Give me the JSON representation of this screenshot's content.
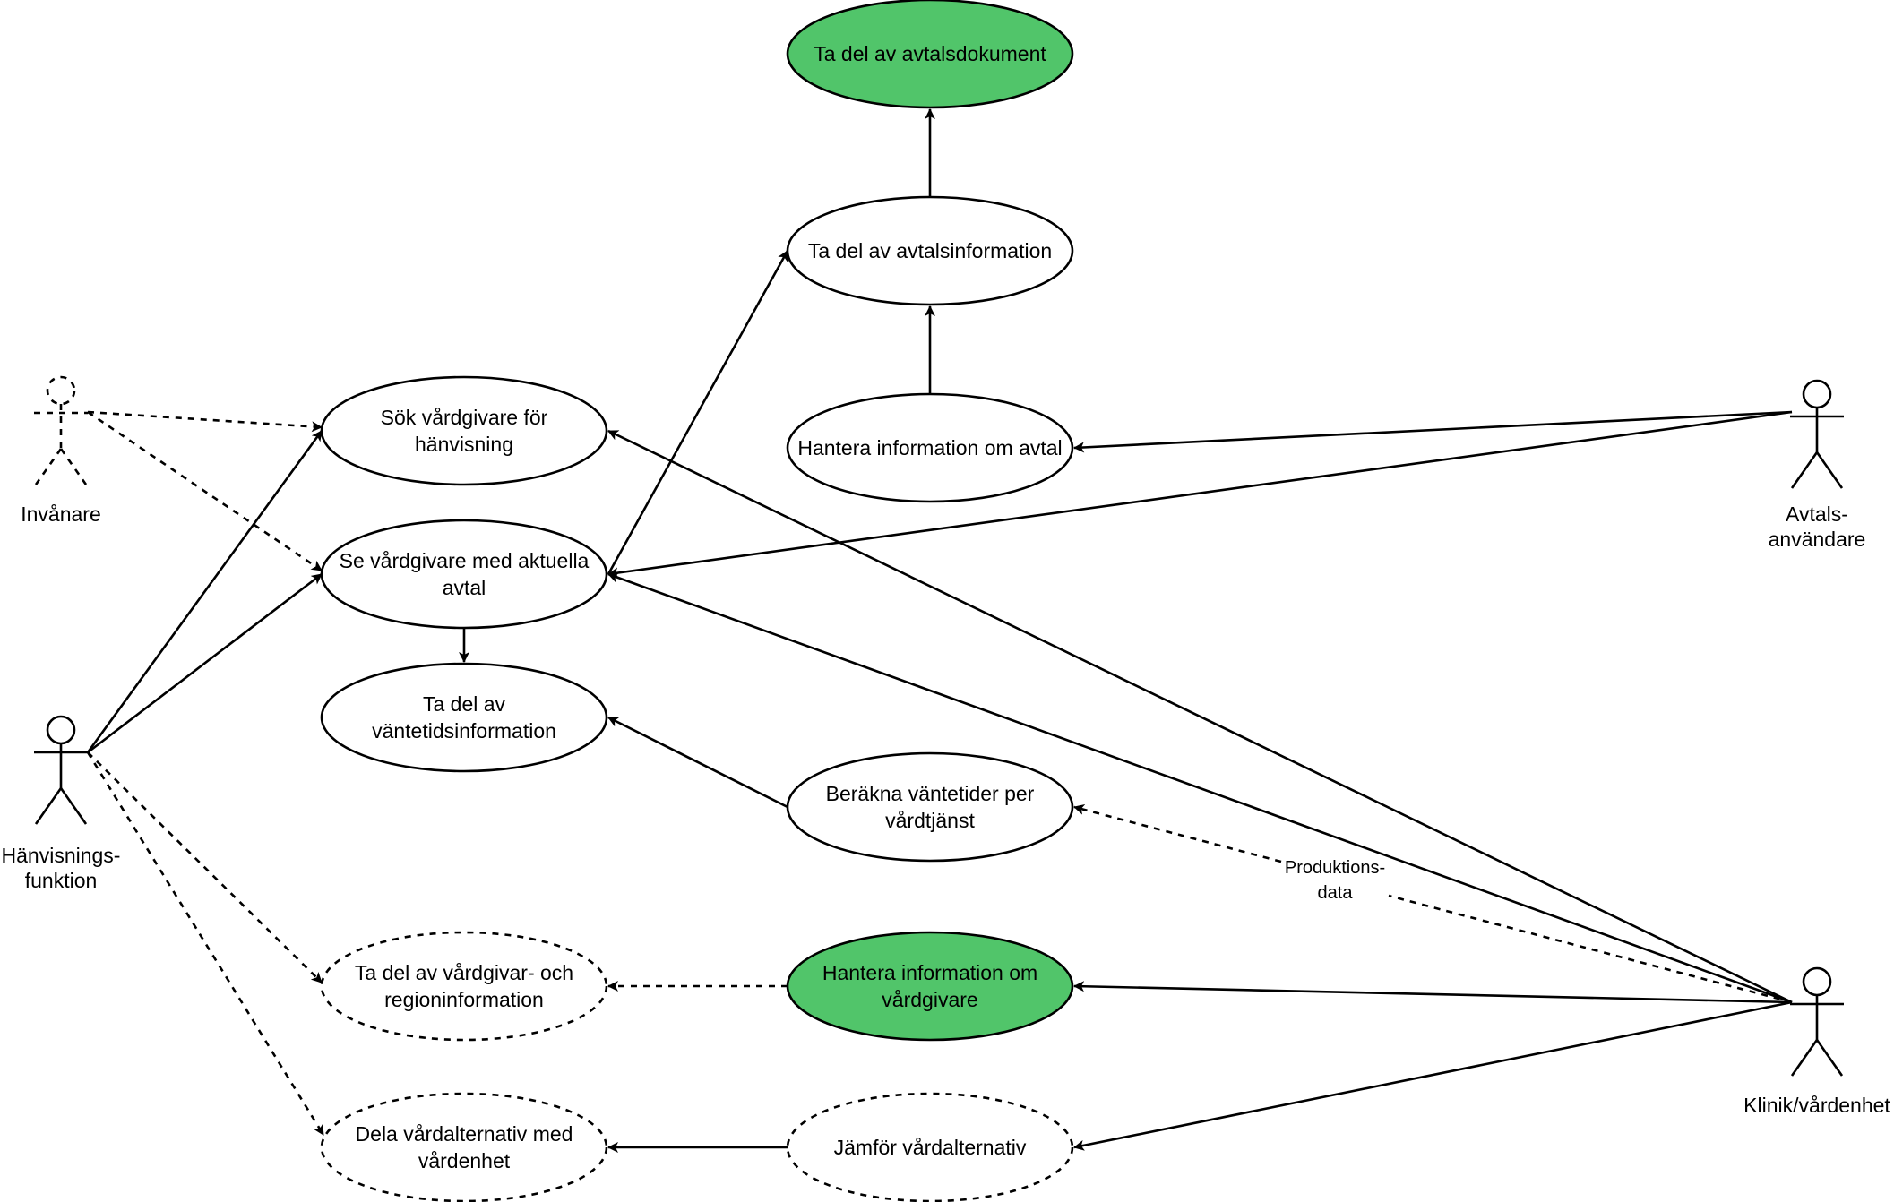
{
  "colors": {
    "accent_fill": "#51c56a",
    "default_fill": "#ffffff",
    "stroke": "#000000"
  },
  "actors": {
    "invanare": {
      "label_lines": [
        "Invånare"
      ],
      "style": "dashed"
    },
    "hanvisning": {
      "label_lines": [
        "Hänvisnings-",
        "funktion"
      ],
      "style": "solid"
    },
    "avtal": {
      "label_lines": [
        "Avtals-",
        "användare"
      ],
      "style": "solid"
    },
    "klinik": {
      "label_lines": [
        "Klinik/vårdenhet"
      ],
      "style": "solid"
    }
  },
  "use_cases": {
    "avtalsdokument": {
      "lines": [
        "Ta del av avtalsdokument"
      ],
      "highlight": true,
      "dashed": false
    },
    "avtalsinformation": {
      "lines": [
        "Ta del av avtalsinformation"
      ],
      "highlight": false,
      "dashed": false
    },
    "hantera_avtal": {
      "lines": [
        "Hantera information om avtal"
      ],
      "highlight": false,
      "dashed": false
    },
    "sok": {
      "lines": [
        "Sök vårdgivare för",
        "hänvisning"
      ],
      "highlight": false,
      "dashed": false
    },
    "se_avtal": {
      "lines": [
        "Se vårdgivare med aktuella",
        "avtal"
      ],
      "highlight": false,
      "dashed": false
    },
    "vantetid": {
      "lines": [
        "Ta del av",
        "väntetidsinformation"
      ],
      "highlight": false,
      "dashed": false
    },
    "berakna": {
      "lines": [
        "Beräkna väntetider per",
        "vårdtjänst"
      ],
      "highlight": false,
      "dashed": false
    },
    "region": {
      "lines": [
        "Ta del av vårdgivar- och",
        "regioninformation"
      ],
      "highlight": false,
      "dashed": true
    },
    "hantera_vardgivare": {
      "lines": [
        "Hantera information om",
        "vårdgivare"
      ],
      "highlight": true,
      "dashed": false
    },
    "dela": {
      "lines": [
        "Dela vårdalternativ med",
        "vårdenhet"
      ],
      "highlight": false,
      "dashed": true
    },
    "jamfor": {
      "lines": [
        "Jämför vårdalternativ"
      ],
      "highlight": false,
      "dashed": true
    }
  },
  "edge_labels": {
    "produktionsdata": {
      "lines": [
        "Produktions-",
        "data"
      ]
    }
  }
}
